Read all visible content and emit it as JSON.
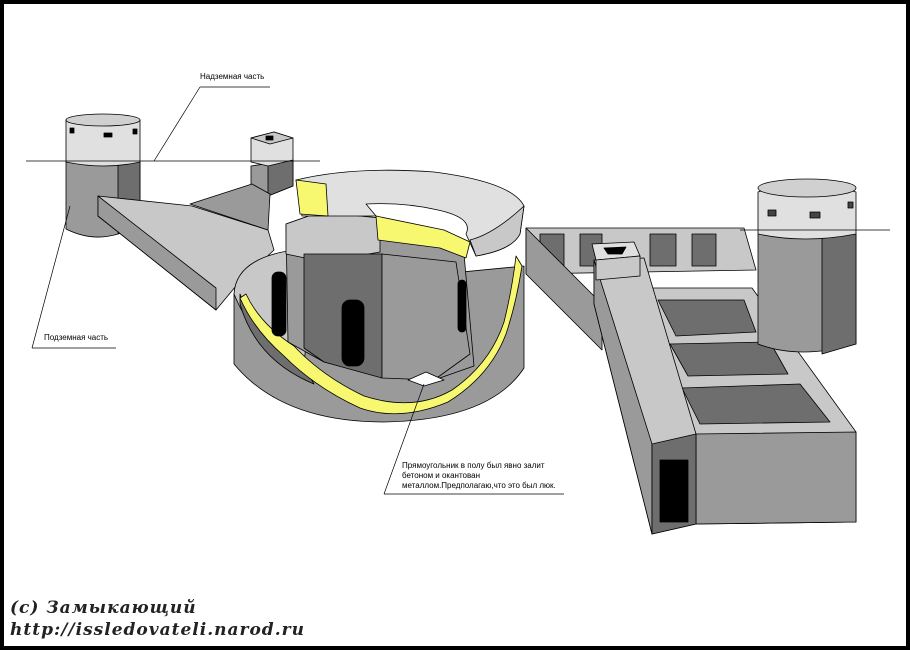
{
  "labels": {
    "above_ground": "Надземная часть",
    "underground": "Подземная часть",
    "note_line1": "Прямоугольник в полу был явно залит",
    "note_line2": "бетоном и окантован",
    "note_line3": "металлом.Предполагаю,что это был люк."
  },
  "credits": {
    "author": "(c) Замыкающий",
    "url": "http://issledovateli.narod.ru"
  },
  "colors": {
    "wall_light": "#c8c8c8",
    "wall_mid": "#9a9a9a",
    "wall_dark": "#6e6e6e",
    "cap": "#e0e0e0",
    "cut_section": "#f8f870",
    "opening": "#000000"
  }
}
